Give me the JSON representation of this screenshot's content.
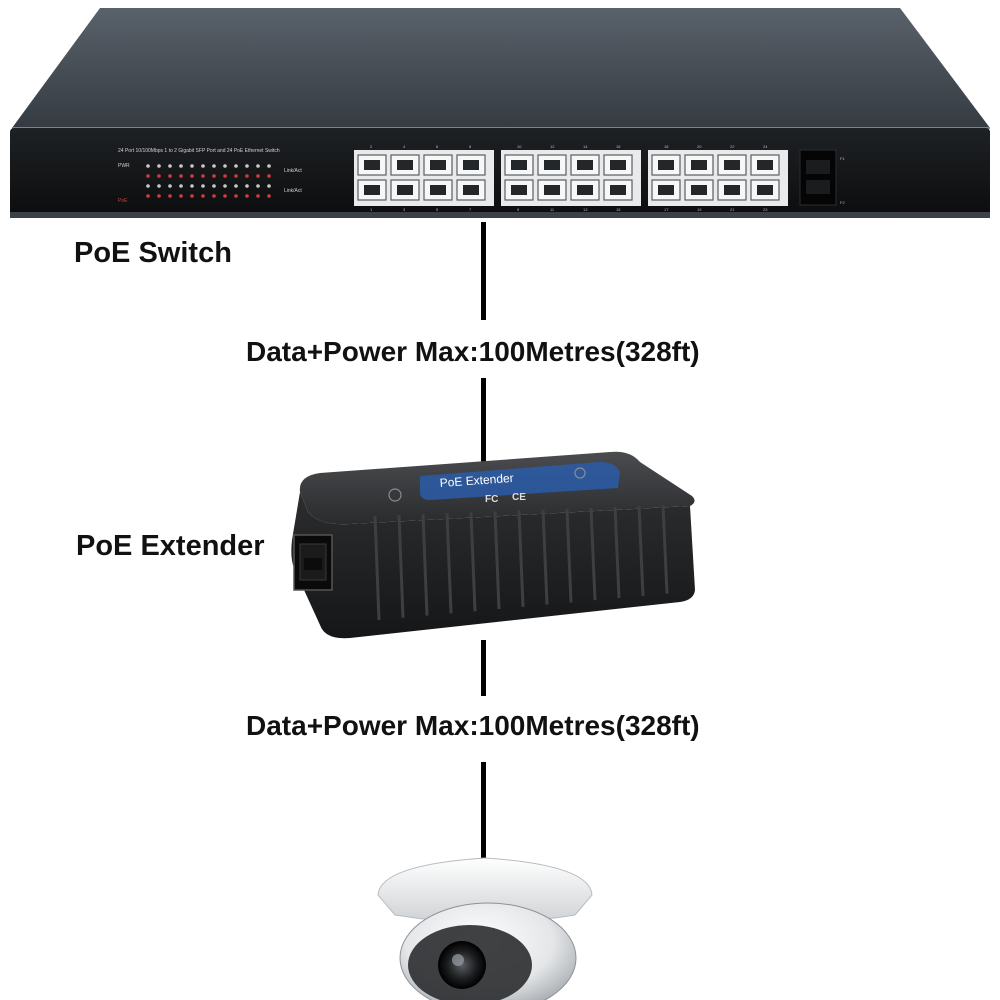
{
  "diagram": {
    "switch_label": "PoE Switch",
    "extender_label": "PoE Extender",
    "link1_label": "Data+Power Max:100Metres(328ft)",
    "link2_label": "Data+Power Max:100Metres(328ft)"
  },
  "switch_panel": {
    "title": "24 Port 10/100Mbps 1 to 2 Gigabit SFP Port and 24 PoE Ethernet Switch",
    "pwr": "PWR",
    "poe": "PoE",
    "link_act": "Link/Act",
    "port_count": 24,
    "top_numbers": [
      "2",
      "4",
      "6",
      "8",
      "10",
      "12",
      "14",
      "16",
      "18",
      "20",
      "22",
      "24"
    ],
    "bottom_numbers": [
      "1",
      "3",
      "5",
      "7",
      "9",
      "11",
      "13",
      "15",
      "17",
      "19",
      "21",
      "23"
    ],
    "sfp_labels": [
      "F1",
      "F2"
    ]
  },
  "extender_device": {
    "brand": "PoE Extender",
    "fcc_mark": "FC",
    "ce_mark": "CE"
  },
  "colors": {
    "switch_body": "#2f3438",
    "switch_front": "#141618",
    "cable": "#000000",
    "led_red": "#d43c3c",
    "extender_body": "#2a2b2d",
    "extender_label_blue": "#2a5ca8",
    "camera_white": "#f2f2f2"
  },
  "icons": {
    "switch": "network-switch-icon",
    "extender": "poe-extender-icon",
    "camera": "dome-camera-icon"
  }
}
